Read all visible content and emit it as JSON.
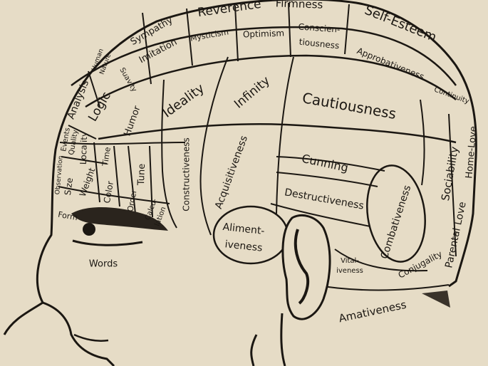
{
  "regions": [
    {
      "label": "Reverence"
    },
    {
      "label": "Firmness"
    },
    {
      "label": "Self-Esteem"
    },
    {
      "label": "Sympathy"
    },
    {
      "label": "Imitation"
    },
    {
      "label": "Mysticism"
    },
    {
      "label": "Optimism"
    },
    {
      "label": "Conscien-"
    },
    {
      "label": "tiousness"
    },
    {
      "label": "Approbativeness"
    },
    {
      "label": "Continuity"
    },
    {
      "label": "Human"
    },
    {
      "label": "Nature"
    },
    {
      "label": "Suavity"
    },
    {
      "label": "Analysis"
    },
    {
      "label": "Logic"
    },
    {
      "label": "Humor"
    },
    {
      "label": "Ideality"
    },
    {
      "label": "Infinity"
    },
    {
      "label": "Cautiousness"
    },
    {
      "label": "Events"
    },
    {
      "label": "Quality"
    },
    {
      "label": "Locality"
    },
    {
      "label": "Time"
    },
    {
      "label": "Observation"
    },
    {
      "label": "Size"
    },
    {
      "label": "Weight"
    },
    {
      "label": "Color"
    },
    {
      "label": "Tune"
    },
    {
      "label": "Order"
    },
    {
      "label": "Calcu-"
    },
    {
      "label": "lation"
    },
    {
      "label": "Form"
    },
    {
      "label": "Constructiveness"
    },
    {
      "label": "Acquisitiveness"
    },
    {
      "label": "Cunning"
    },
    {
      "label": "Destructiveness"
    },
    {
      "label": "Sociability"
    },
    {
      "label": "Home-Love"
    },
    {
      "label": "Combativeness"
    },
    {
      "label": "Parental Love"
    },
    {
      "label": "Conjugality"
    },
    {
      "label": "Aliment-"
    },
    {
      "label": "iveness"
    },
    {
      "label": "Vital-"
    },
    {
      "label": "iveness"
    },
    {
      "label": "Words"
    },
    {
      "label": "Amativeness"
    }
  ]
}
